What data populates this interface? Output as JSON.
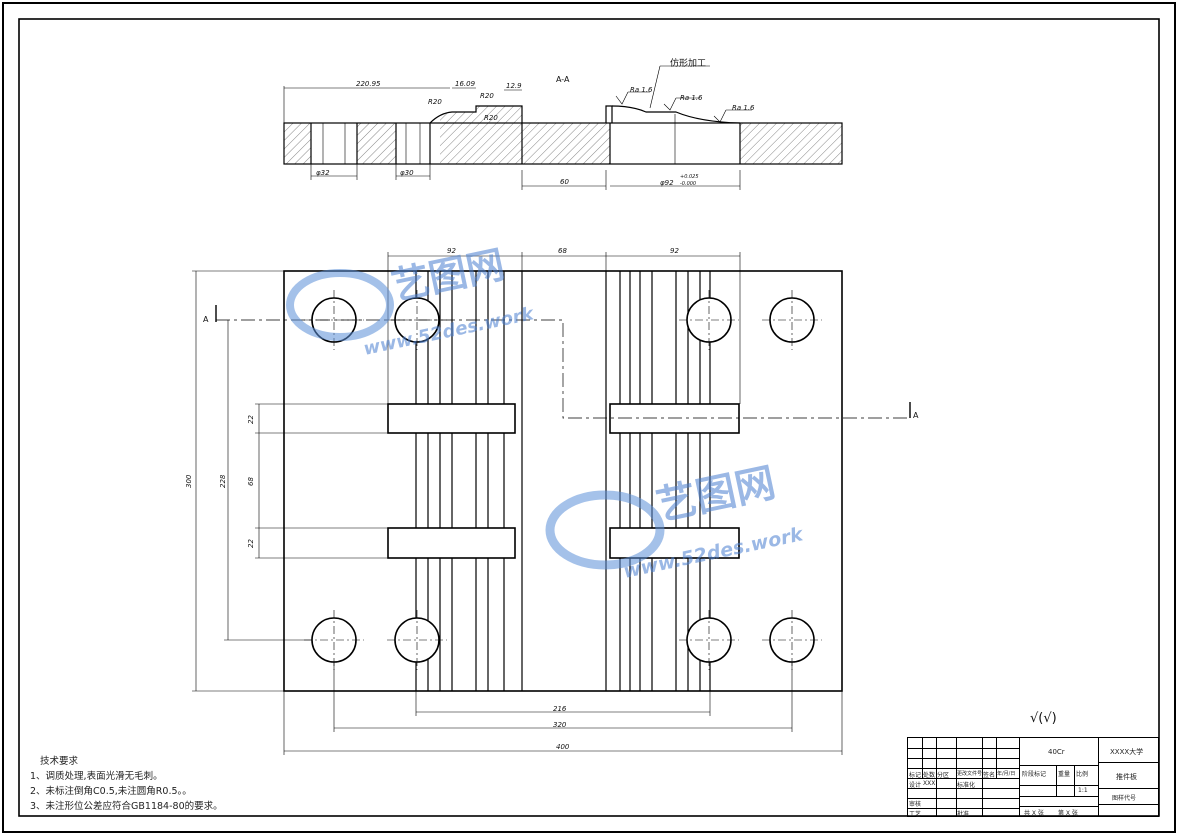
{
  "section_label": "A-A",
  "section_mark": "A",
  "callouts": {
    "contour": "仿形加工",
    "ra1": "Ra 1.6",
    "ra2": "Ra 1.6",
    "ra3": "Ra 1.6",
    "r20a": "R20",
    "r20b": "R20",
    "r20c": "R20"
  },
  "dims": {
    "d22095": "220.95",
    "d1609": "16.09",
    "d129": "12.9",
    "d60": "60",
    "dphi32": "φ32",
    "dphi30": "φ30",
    "dphi92": "φ92",
    "d92a": "92",
    "d68": "68",
    "d92b": "92",
    "d300": "300",
    "d228": "228",
    "d22a": "22",
    "d68v": "68",
    "d22b": "22",
    "d216": "216",
    "d320": "320",
    "d400": "400",
    "tol_a": "+0.025",
    "tol_b": "-0.000"
  },
  "roughness_general": "√(√)",
  "watermark": {
    "brand": "艺图网",
    "url": "www.52des.work"
  },
  "tech_requirements": {
    "title": "技术要求",
    "items": [
      "1、调质处理,表面光滑无毛刺。",
      "2、未标注倒角C0.5,未注圆角R0.5。。",
      "3、未注形位公差应符合GB1184-80的要求。"
    ]
  },
  "title_block": {
    "material": "40Cr",
    "school": "XXXX大学",
    "part_name": "推件板",
    "drawing_no_label": "图样代号",
    "scale_label": "比例",
    "scale": "1:1",
    "weight_label": "重量",
    "stage_label": "阶段标记",
    "designer_label": "设计",
    "designer": "XXX",
    "std_label": "标准化",
    "check_label": "审核",
    "process_label": "工艺",
    "approve_label": "批准",
    "marks_label": "标记",
    "count_label": "处数",
    "zone_label": "分区",
    "change_label": "更改文件号",
    "sign_label": "签名",
    "date_label": "年/月/日",
    "sheets": "共 X 张",
    "sheet": "第 X 张"
  }
}
